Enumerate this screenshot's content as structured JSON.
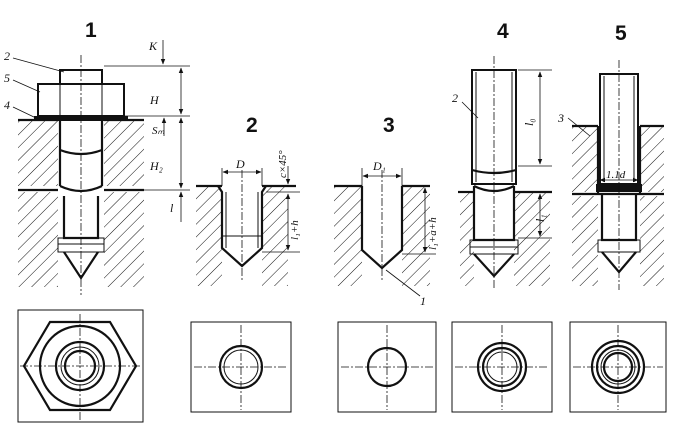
{
  "figure": {
    "numbers": [
      "1",
      "2",
      "3",
      "4",
      "5"
    ],
    "fig1": {
      "callouts": [
        "2",
        "5",
        "4"
      ],
      "dims": [
        "K",
        "H",
        "Sₘ",
        "H₂",
        "l"
      ]
    },
    "fig2": {
      "dims": [
        "D",
        "c×45°",
        "l₁+h"
      ]
    },
    "fig3": {
      "dims": [
        "D₁",
        "l₁+a+h"
      ],
      "callout": "1"
    },
    "fig4": {
      "callout": "2",
      "dims": [
        "l₀",
        "l₁"
      ]
    },
    "fig5": {
      "callout": "3",
      "dims": [
        "1.1d"
      ]
    }
  }
}
